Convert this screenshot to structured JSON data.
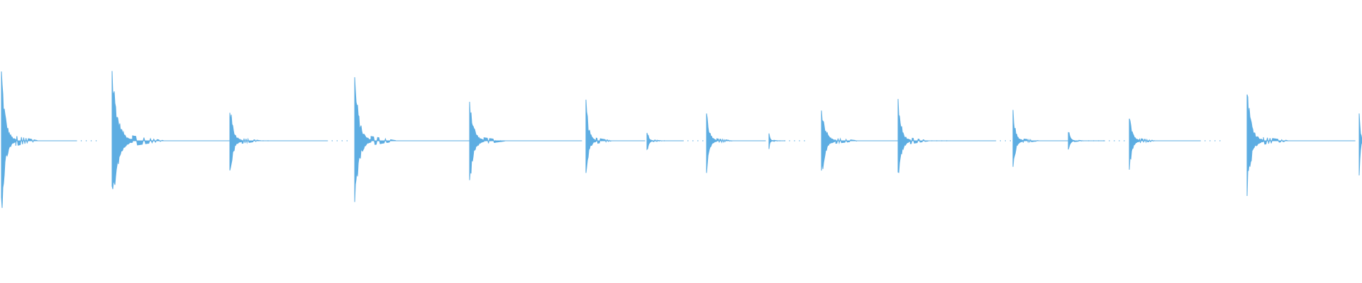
{
  "waveform": {
    "color": "#5dade2",
    "background": "#ffffff",
    "transients": [
      {
        "amp": 0.58,
        "decay": 0.07,
        "tail": 0.1
      },
      {
        "amp": 0.58,
        "decay": 0.1,
        "tail": 0.19
      },
      {
        "amp": 0.3,
        "decay": 0.06,
        "tail": 0.14
      },
      {
        "amp": 0.52,
        "decay": 0.08,
        "tail": 0.18
      },
      {
        "amp": 0.36,
        "decay": 0.07,
        "tail": 0.16
      },
      {
        "amp": 0.32,
        "decay": 0.05,
        "tail": 0.08
      },
      {
        "amp": 0.1,
        "decay": 0.03,
        "tail": 0.05
      },
      {
        "amp": 0.24,
        "decay": 0.05,
        "tail": 0.08
      },
      {
        "amp": 0.06,
        "decay": 0.02,
        "tail": 0.02
      },
      {
        "amp": 0.3,
        "decay": 0.07,
        "tail": 0.15
      },
      {
        "amp": 0.34,
        "decay": 0.06,
        "tail": 0.14
      },
      {
        "amp": 0.22,
        "decay": 0.05,
        "tail": 0.1
      },
      {
        "amp": 0.1,
        "decay": 0.03,
        "tail": 0.05
      },
      {
        "amp": 0.26,
        "decay": 0.05,
        "tail": 0.1
      },
      {
        "amp": 0.42,
        "decay": 0.08,
        "tail": 0.15
      },
      {
        "amp": 0.3,
        "decay": 0.02,
        "tail": 0.0
      }
    ]
  }
}
